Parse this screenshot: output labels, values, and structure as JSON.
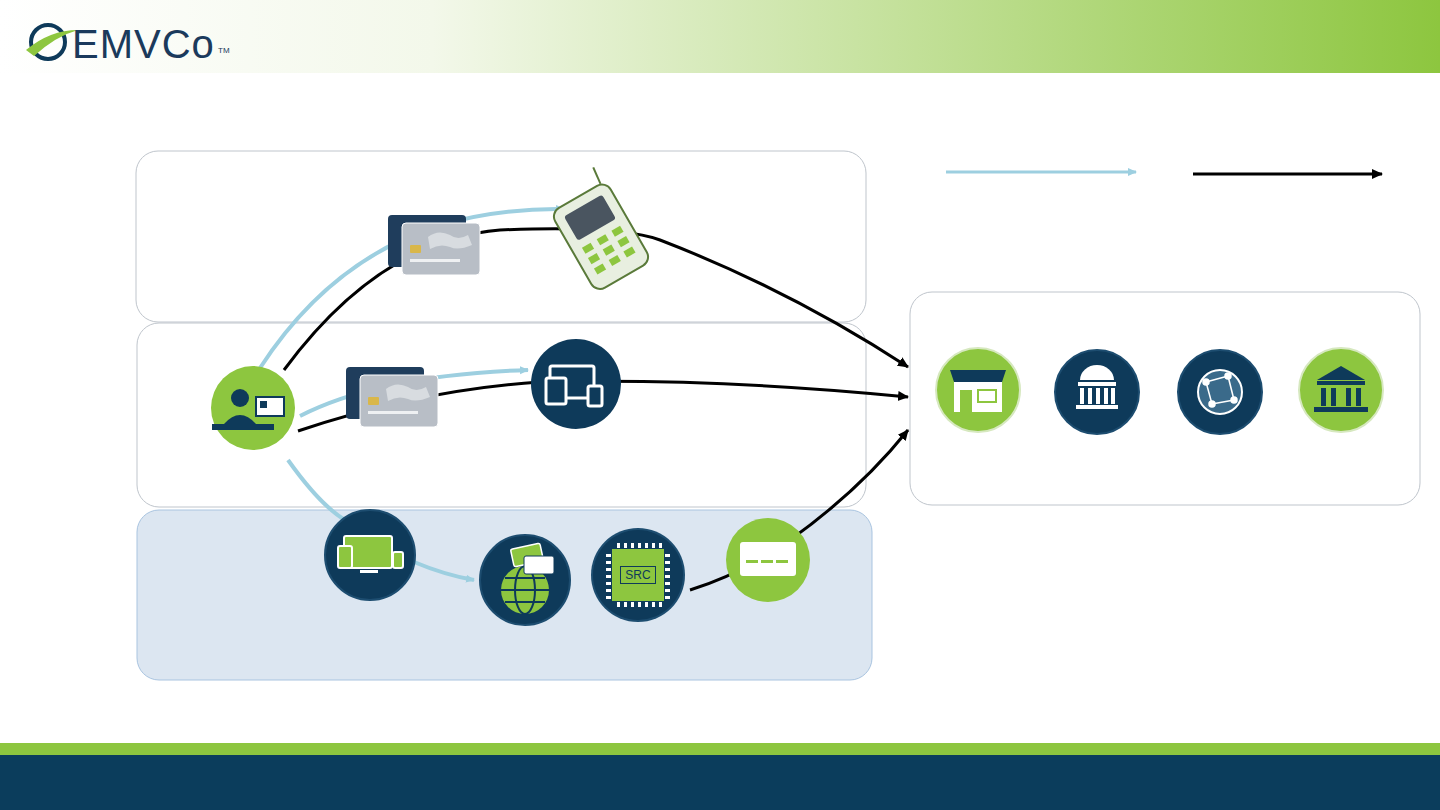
{
  "diagram": {
    "nodes": [
      {
        "text": [
          "SRC"
        ]
      }
    ],
    "labels": [
      "EMVCo",
      "TM"
    ]
  }
}
